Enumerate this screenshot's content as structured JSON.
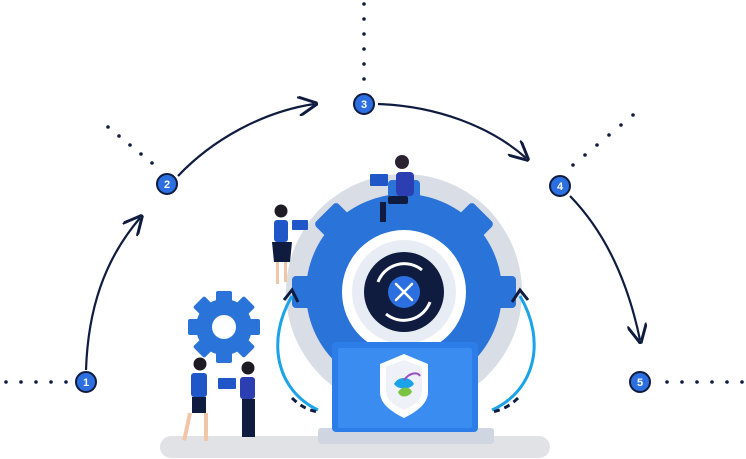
{
  "steps": [
    {
      "label": "1"
    },
    {
      "label": "2"
    },
    {
      "label": "3"
    },
    {
      "label": "4"
    },
    {
      "label": "5"
    }
  ],
  "colors": {
    "primary_blue": "#2b6fe0",
    "dark_navy": "#0f1c3f",
    "light_blue": "#1aa3e8",
    "gear_blue": "#2a73d9",
    "laptop_blue": "#2c7de8",
    "base_gray": "#e0e2e6"
  },
  "icons": {
    "center": "wrench-screwdriver-icon",
    "laptop_screen": "shield-hummingbird-icon"
  }
}
